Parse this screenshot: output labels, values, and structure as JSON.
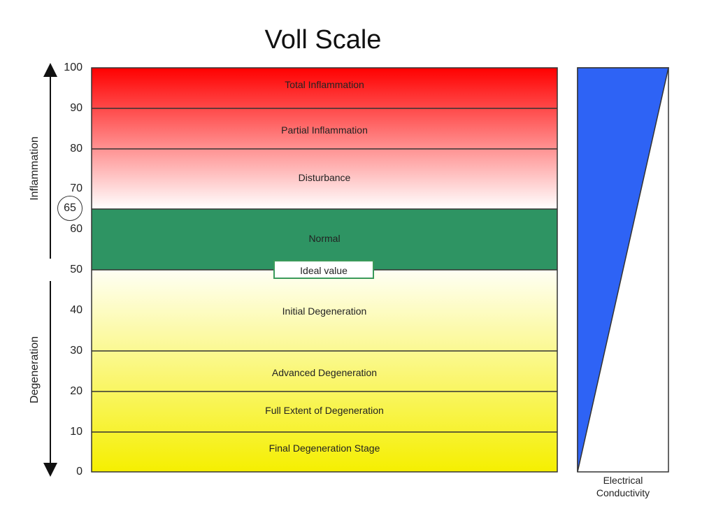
{
  "title": "Voll Scale",
  "axis": {
    "ticks": [
      "100",
      "90",
      "80",
      "70",
      "65",
      "60",
      "50",
      "40",
      "30",
      "20",
      "10",
      "0"
    ],
    "upper_label": "Inflammation",
    "lower_label": "Degeneration"
  },
  "bands": [
    {
      "label": "Total Inflammation",
      "from": 90,
      "to": 100
    },
    {
      "label": "Partial Inflammation",
      "from": 80,
      "to": 90
    },
    {
      "label": "Disturbance",
      "from": 65,
      "to": 80
    },
    {
      "label": "Normal",
      "from": 50,
      "to": 65
    },
    {
      "label": "Initial Degeneration",
      "from": 30,
      "to": 50
    },
    {
      "label": "Advanced Degeneration",
      "from": 20,
      "to": 30
    },
    {
      "label": "Full Extent of Degeneration",
      "from": 10,
      "to": 20
    },
    {
      "label": "Final Degeneration Stage",
      "from": 0,
      "to": 10
    }
  ],
  "ideal": {
    "label": "Ideal value",
    "value": 50
  },
  "conductivity": {
    "label_line1": "Electrical",
    "label_line2": "Conductivity"
  },
  "colors": {
    "red": "#ff0000",
    "normal_green": "#2e9463",
    "yellow": "#f5ef00",
    "blue": "#2e63f5",
    "ideal_border": "#3a9a5a"
  }
}
